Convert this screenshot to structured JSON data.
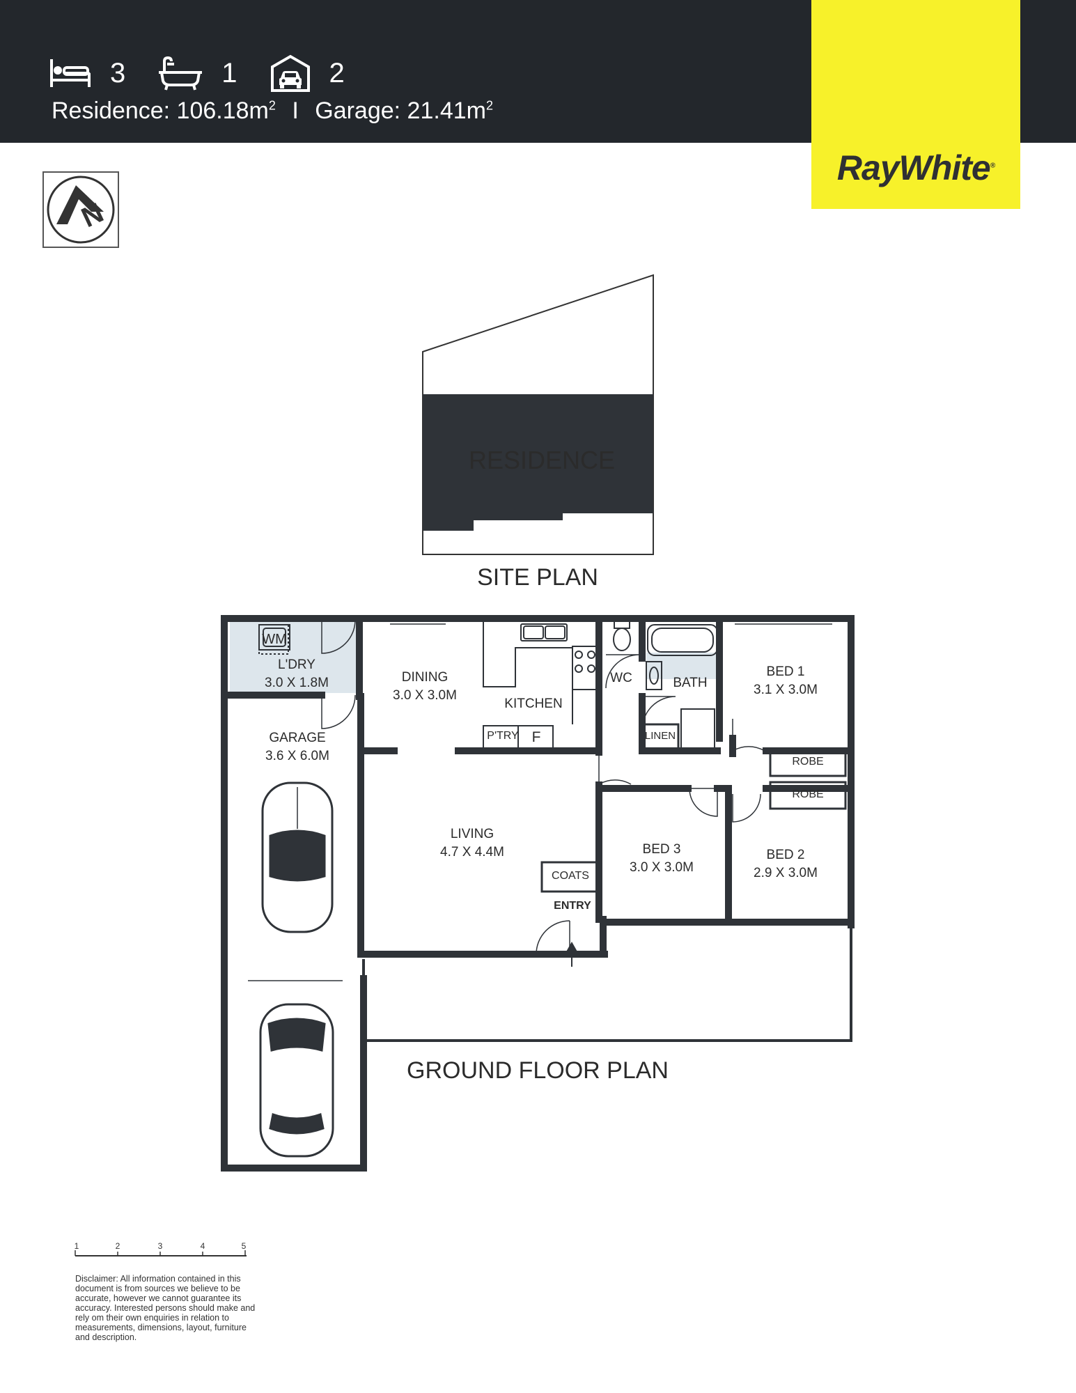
{
  "stats": {
    "beds": "3",
    "baths": "1",
    "cars": "2",
    "residence_label": "Residence: 106.18m",
    "residence_sup": "2",
    "separator": "I",
    "garage_label": "Garage: 21.41m",
    "garage_sup": "2"
  },
  "icons": {
    "beds": "bed-icon",
    "baths": "bathtub-icon",
    "cars": "garage-icon",
    "north": "north-arrow-icon"
  },
  "logo": {
    "text": "RayWhite",
    "mark": "®"
  },
  "compass_letter": "N",
  "colors": {
    "header_bg": "#23272c",
    "brand_yellow": "#f7f12a",
    "wall": "#2f3338",
    "laundry_fill": "#dde6ec"
  },
  "site_plan": {
    "block_label": "RESIDENCE",
    "title": "SITE PLAN"
  },
  "floor_plan": {
    "title": "GROUND FLOOR PLAN",
    "rooms": {
      "laundry": {
        "name": "L'DRY",
        "size": "3.0 X 1.8M"
      },
      "dining": {
        "name": "DINING",
        "size": "3.0 X 3.0M"
      },
      "kitchen": {
        "name": "KITCHEN"
      },
      "pantry": "P'TRY",
      "fridge": "F",
      "wc": "WC",
      "bath": "BATH",
      "linen": "LINEN",
      "bed1": {
        "name": "BED 1",
        "size": "3.1 X 3.0M"
      },
      "robe1": "ROBE",
      "robe2": "ROBE",
      "garage": {
        "name": "GARAGE",
        "size": "3.6 X 6.0M"
      },
      "living": {
        "name": "LIVING",
        "size": "4.7 X 4.4M"
      },
      "bed3": {
        "name": "BED 3",
        "size": "3.0 X 3.0M"
      },
      "bed2": {
        "name": "BED 2",
        "size": "2.9 X 3.0M"
      },
      "coats": "COATS",
      "entry": "ENTRY",
      "washing_machine": "WM"
    }
  },
  "scale_bar": {
    "ticks": [
      "1",
      "2",
      "3",
      "4",
      "5"
    ]
  },
  "disclaimer": "Disclaimer: All information contained in this document is from sources we believe to be accurate, however we cannot guarantee its accuracy. Interested persons should make and rely om their own enquiries in relation to measurements, dimensions, layout, furniture and description."
}
